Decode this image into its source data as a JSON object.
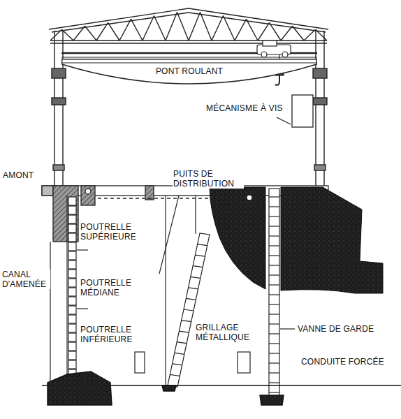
{
  "diagram": {
    "nodes": [
      {
        "text": [
          "PONT ROULANT"
        ]
      }
    ],
    "labels": [
      "MÉCANISME À VIS",
      "AMONT",
      "PUITS DE DISTRIBUTION",
      "POUTRELLE SUPÉRIEURE",
      "CANAL D'AMENÉE",
      "POUTRELLE MÉDIANE",
      "GRILLAGE MÉTALLIQUE",
      "VANNE DE GARDE",
      "POUTRELLE INFÉRIEURE",
      "CONDUITE FORCÉE"
    ]
  }
}
